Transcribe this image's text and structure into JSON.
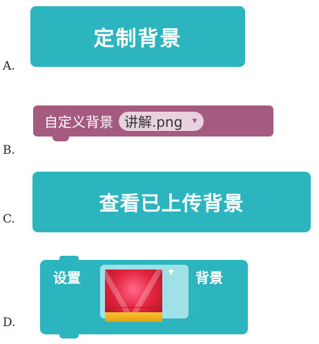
{
  "options": [
    {
      "letter": "A.",
      "kind": "button",
      "label": "定制背景"
    },
    {
      "letter": "B.",
      "kind": "block",
      "label": "自定义背景",
      "dropdown_value": "讲解.png"
    },
    {
      "letter": "C.",
      "kind": "button",
      "label": "查看已上传背景"
    },
    {
      "letter": "D.",
      "kind": "block",
      "prefix": "设置",
      "suffix": "背景"
    }
  ],
  "colors": {
    "teal": "#2cb5bf",
    "block_purple": "#a55b80",
    "dropdown_bg": "#e8d2dd",
    "picker_bg": "#9fe1e6"
  },
  "icons": {
    "dropdown_arrow": "triangle-down",
    "background_thumbnail": "red-stage-thumbnail"
  }
}
